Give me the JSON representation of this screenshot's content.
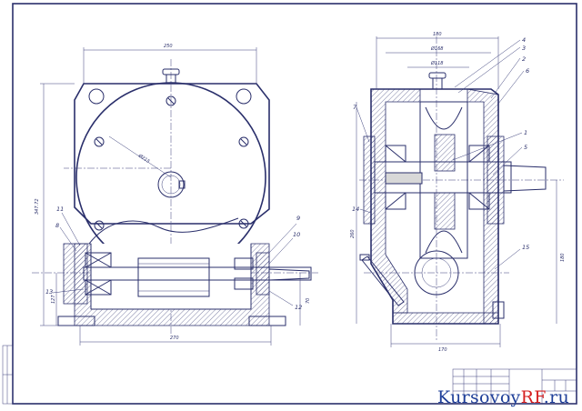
{
  "drawing": {
    "front_view": {
      "dims": [
        "250",
        "Ø215",
        "347.72",
        "127",
        "70",
        "270"
      ],
      "part_numbers": [
        "11",
        "8",
        "13",
        "9",
        "10",
        "12"
      ]
    },
    "side_view": {
      "dims": [
        "180",
        "Ø168",
        "Ø118",
        "260",
        "170",
        "180"
      ],
      "part_numbers": [
        "4",
        "3",
        "2",
        "6",
        "7",
        "1",
        "5",
        "14",
        "15"
      ]
    }
  },
  "watermark": {
    "part1": "Kursovoy",
    "part2": "RF",
    "part3": ".ru"
  },
  "colors": {
    "line": "#2a2f6b",
    "watermark_blue": "#1f3f99",
    "watermark_red": "#d51f1f"
  }
}
